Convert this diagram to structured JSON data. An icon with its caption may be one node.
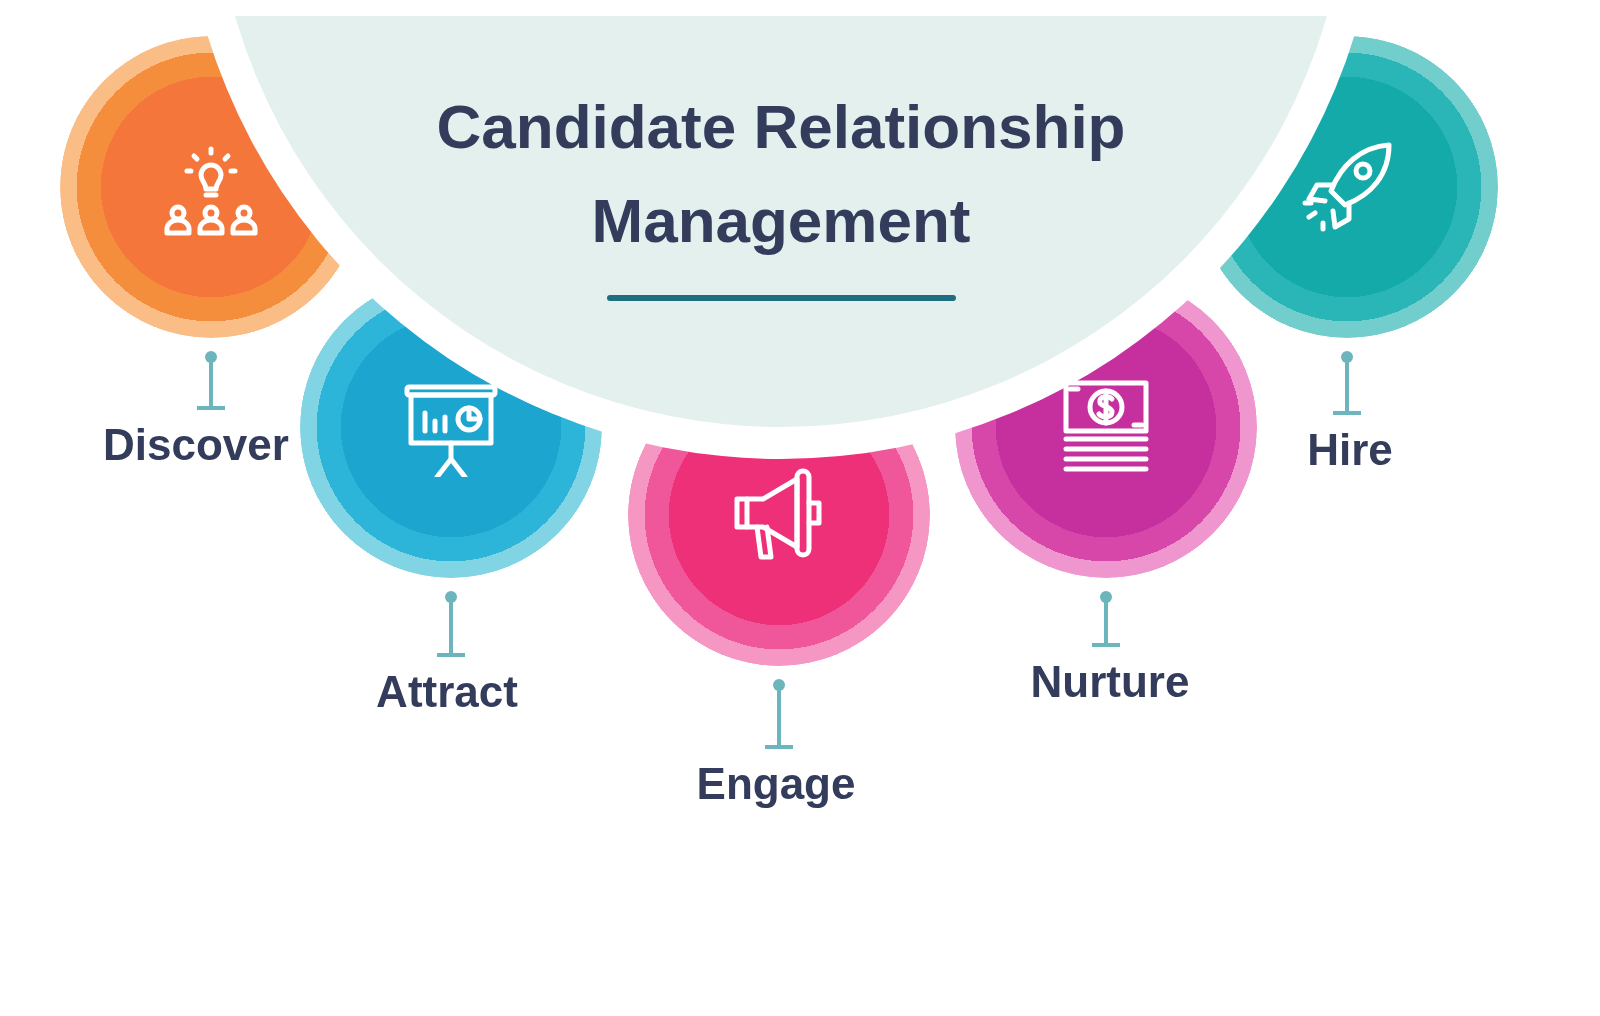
{
  "diagram": {
    "title": "Candidate Relationship Management",
    "nodes": [
      {
        "text": [],
        "shape": "circle"
      },
      {
        "text": [
          "Discover"
        ]
      },
      {
        "text": [],
        "shape": "circle"
      },
      {
        "text": [
          "Attract"
        ]
      },
      {
        "text": [],
        "shape": "circle"
      },
      {
        "text": [
          "Engage"
        ]
      },
      {
        "text": [],
        "shape": "circle"
      },
      {
        "text": [
          "Nurture"
        ]
      },
      {
        "text": [],
        "shape": "circle"
      },
      {
        "text": [
          "Hire"
        ]
      }
    ],
    "edges": [
      {
        "from": 0,
        "to": 1,
        "arrow": "other"
      },
      {
        "from": 2,
        "to": 3,
        "arrow": "other"
      },
      {
        "from": 4,
        "to": 5,
        "arrow": "other"
      },
      {
        "from": 6,
        "to": 7,
        "arrow": "other"
      },
      {
        "from": 8,
        "to": 9,
        "arrow": "other"
      }
    ]
  }
}
